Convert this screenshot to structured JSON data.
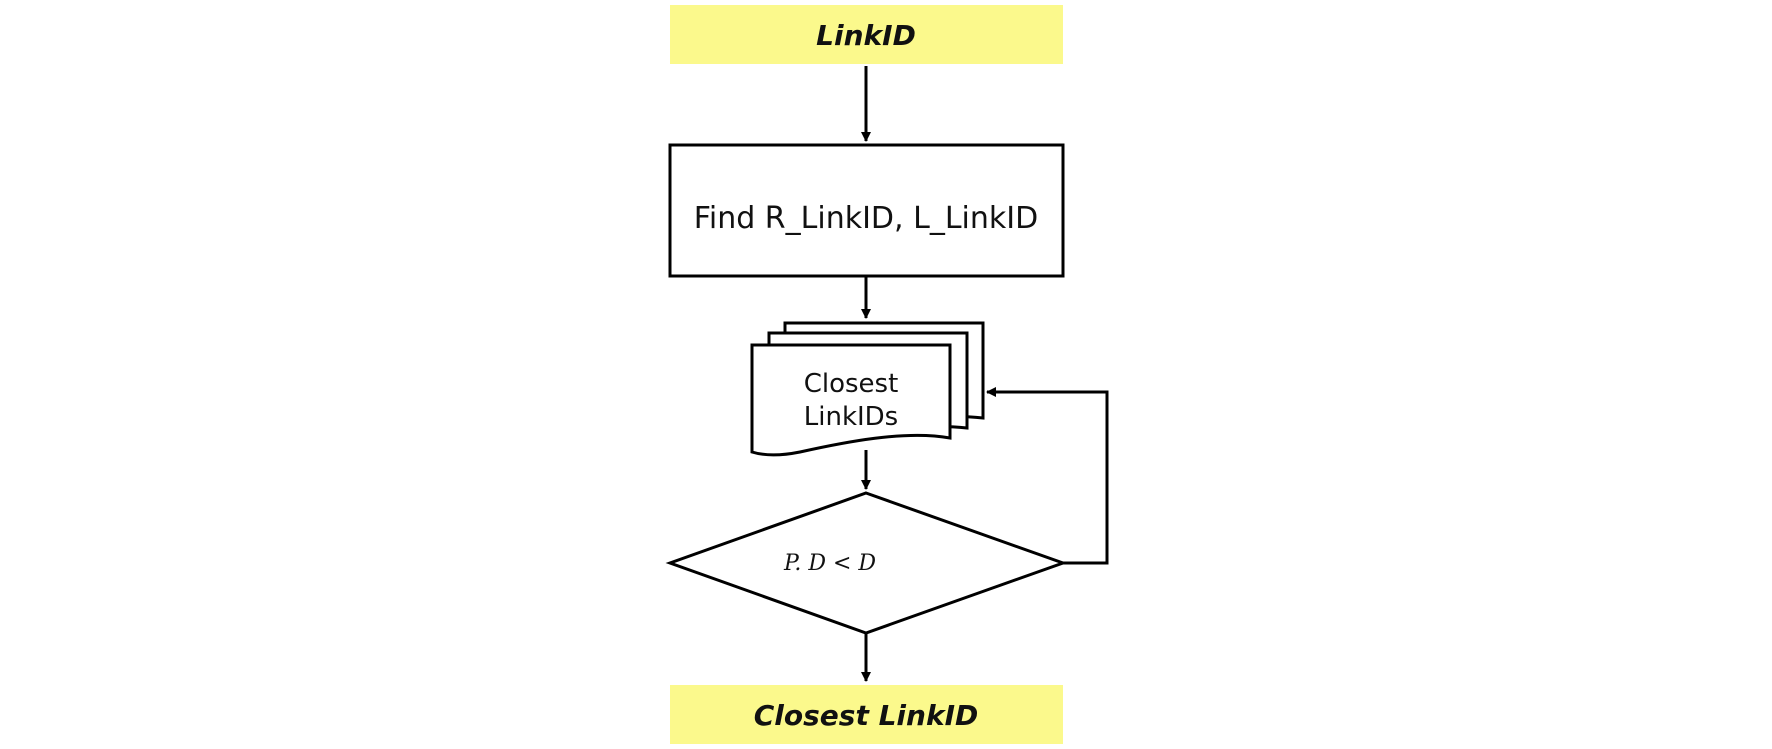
{
  "diagram": {
    "start": {
      "label": "LinkID"
    },
    "process": {
      "label": "Find R_LinkID, L_LinkID"
    },
    "document": {
      "line1": "Closest",
      "line2": "LinkIDs"
    },
    "decision": {
      "label": "P. D < D"
    },
    "end": {
      "label": "Closest LinkID"
    }
  },
  "colors": {
    "terminal_fill": "#FBF98C",
    "stroke": "#000000",
    "background": "#FFFFFF"
  }
}
